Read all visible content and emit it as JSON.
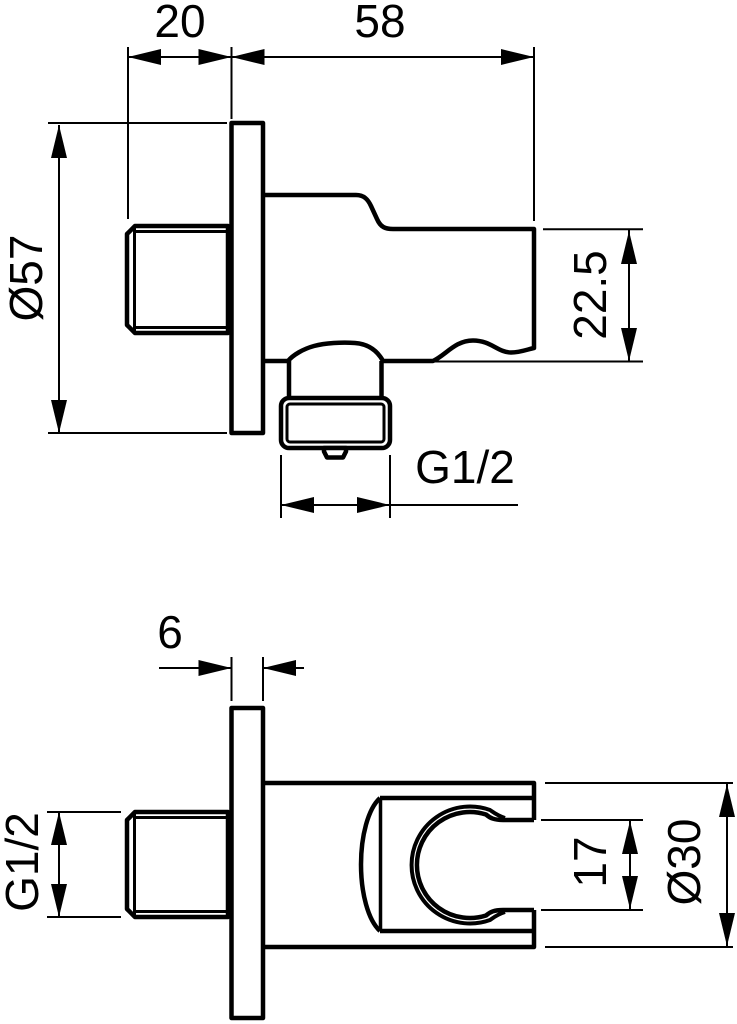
{
  "drawing": {
    "kind": "technical-dimension-drawing",
    "part": "shower-wall-elbow-with-handset-holder",
    "colors": {
      "line": "#000000",
      "background": "#ffffff"
    },
    "side_view": {
      "dim_inlet_depth": "20",
      "dim_body_length": "58",
      "dim_plate_diameter": "Ø57",
      "dim_holder_offset": "22.5",
      "dim_outlet_thread": "G1/2"
    },
    "bottom_view": {
      "dim_plate_thickness": "6",
      "dim_inlet_thread": "G1/2",
      "dim_holder_opening": "17",
      "dim_holder_diameter": "Ø30"
    }
  }
}
